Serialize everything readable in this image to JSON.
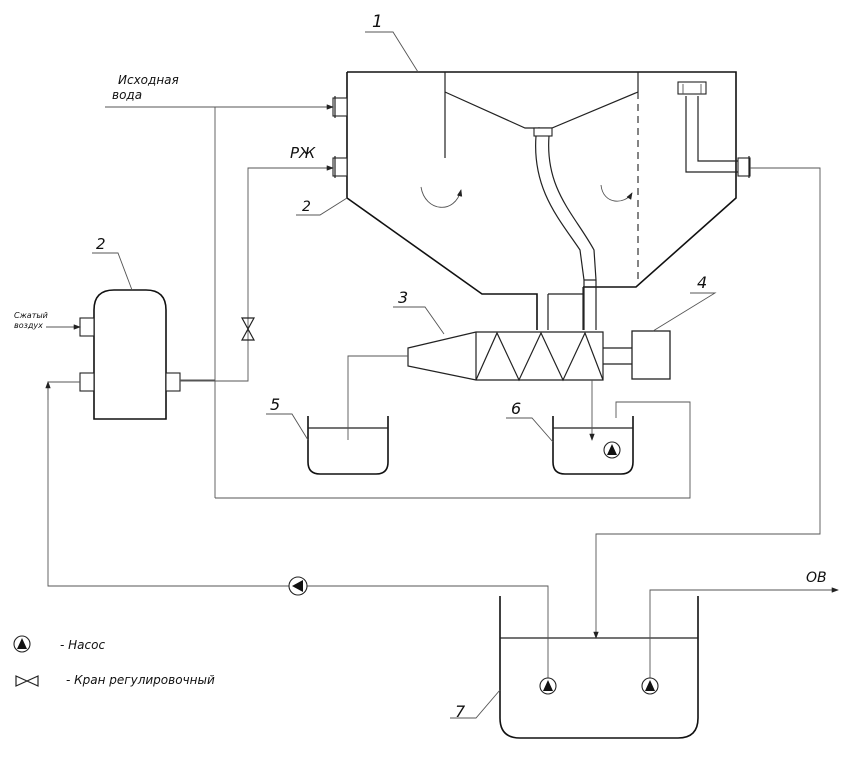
{
  "labels": {
    "callout_1": "1",
    "callout_2_tank": "2",
    "callout_2_unit": "2",
    "callout_3": "3",
    "callout_4": "4",
    "callout_5": "5",
    "callout_6": "6",
    "callout_7": "7",
    "source_water_line1": "Исходная",
    "source_water_line2": "вода",
    "rzh": "РЖ",
    "compressed_air_line1": "Сжатый",
    "compressed_air_line2": "воздух",
    "ov": "ОВ"
  },
  "legend": {
    "pump": "- Насос",
    "valve": "- Кран регулировочный"
  }
}
